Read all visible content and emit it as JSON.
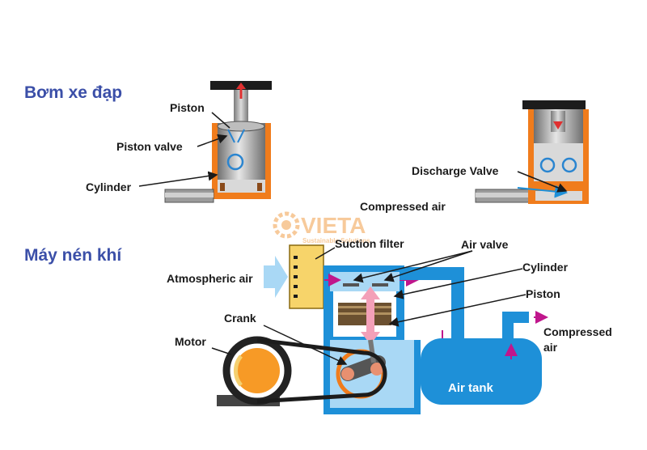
{
  "sections": {
    "bicycle_pump": "Bơm xe đạp",
    "air_compressor": "Máy nén khí"
  },
  "pump_left": {
    "piston": "Piston",
    "piston_valve": "Piston valve",
    "cylinder": "Cylinder"
  },
  "pump_right": {
    "discharge_valve": "Discharge Valve",
    "compressed_air": "Compressed air"
  },
  "compressor": {
    "suction_filter": "Suction filter",
    "air_valve": "Air valve",
    "atmospheric_air": "Atmospheric air",
    "cylinder": "Cylinder",
    "piston": "Piston",
    "crank": "Crank",
    "motor": "Motor",
    "air_tank": "Air tank",
    "compressed_air_line1": "Compressed",
    "compressed_air_line2": "air"
  },
  "watermark": {
    "brand": "VIETA",
    "tagline": "Sustainable Solutions"
  },
  "colors": {
    "orange": "#f07c1c",
    "dark_orange": "#c85a10",
    "blue": "#1e90d8",
    "light_blue": "#a9d8f5",
    "gray": "#8c8c8c",
    "dark_gray": "#2a2a2a",
    "title_blue": "#3b4fa8",
    "arrow_red": "#e03030",
    "arrow_magenta": "#c0168c",
    "filter_yellow": "#f7d46a"
  }
}
